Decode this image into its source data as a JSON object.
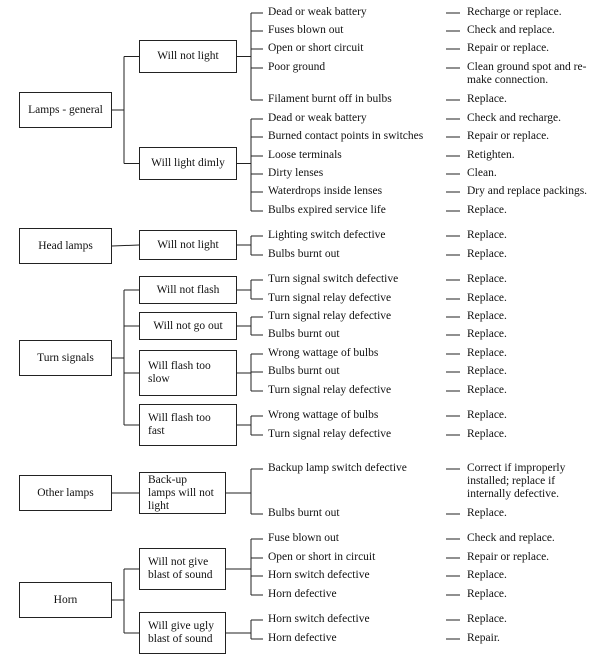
{
  "groups": [
    {
      "label": "Lamps - general",
      "symptoms": [
        {
          "label": "Will not light",
          "rows": [
            {
              "cause": "Dead or weak battery",
              "fix": "Recharge or replace."
            },
            {
              "cause": "Fuses blown out",
              "fix": "Check and replace."
            },
            {
              "cause": "Open or short circuit",
              "fix": "Repair or replace."
            },
            {
              "cause": "Poor ground",
              "fix": "Clean ground spot and re-make connection."
            },
            {
              "cause": "Filament burnt off in bulbs",
              "fix": "Replace."
            }
          ]
        },
        {
          "label": "Will light dimly",
          "rows": [
            {
              "cause": "Dead or weak battery",
              "fix": "Check and recharge."
            },
            {
              "cause": "Burned contact points in switches",
              "fix": "Repair or replace."
            },
            {
              "cause": "Loose terminals",
              "fix": "Retighten."
            },
            {
              "cause": "Dirty lenses",
              "fix": "Clean."
            },
            {
              "cause": "Waterdrops inside lenses",
              "fix": "Dry and replace packings."
            },
            {
              "cause": "Bulbs expired service life",
              "fix": "Replace."
            }
          ]
        }
      ]
    },
    {
      "label": "Head lamps",
      "symptoms": [
        {
          "label": "Will not light",
          "rows": [
            {
              "cause": "Lighting switch defective",
              "fix": "Replace."
            },
            {
              "cause": "Bulbs burnt out",
              "fix": "Replace."
            }
          ]
        }
      ]
    },
    {
      "label": "Turn signals",
      "symptoms": [
        {
          "label": "Will not flash",
          "rows": [
            {
              "cause": "Turn signal switch defective",
              "fix": "Replace."
            },
            {
              "cause": "Turn signal relay defective",
              "fix": "Replace."
            }
          ]
        },
        {
          "label": "Will not go out",
          "rows": [
            {
              "cause": "Turn signal relay defective",
              "fix": "Replace."
            },
            {
              "cause": "Bulbs burnt out",
              "fix": "Replace."
            }
          ]
        },
        {
          "label": "Will flash too slow",
          "rows": [
            {
              "cause": "Wrong wattage of bulbs",
              "fix": "Replace."
            },
            {
              "cause": "Bulbs burnt out",
              "fix": "Replace."
            },
            {
              "cause": "Turn signal relay defective",
              "fix": "Replace."
            }
          ]
        },
        {
          "label": "Will flash too fast",
          "rows": [
            {
              "cause": "Wrong wattage of bulbs",
              "fix": "Replace."
            },
            {
              "cause": "Turn signal relay defective",
              "fix": "Replace."
            }
          ]
        }
      ]
    },
    {
      "label": "Other lamps",
      "symptoms": [
        {
          "label": "Back-up lamps will not light",
          "rows": [
            {
              "cause": "Backup lamp switch defective",
              "fix": "Correct if improperly installed; replace if internally defective."
            },
            {
              "cause": "Bulbs burnt out",
              "fix": "Replace."
            }
          ]
        }
      ]
    },
    {
      "label": "Horn",
      "symptoms": [
        {
          "label": "Will not give blast of sound",
          "rows": [
            {
              "cause": "Fuse blown out",
              "fix": "Check and replace."
            },
            {
              "cause": "Open or short in circuit",
              "fix": "Repair or replace."
            },
            {
              "cause": "Horn switch defective",
              "fix": "Replace."
            },
            {
              "cause": "Horn defective",
              "fix": "Replace."
            }
          ]
        },
        {
          "label": "Will give ugly blast of sound",
          "rows": [
            {
              "cause": "Horn switch defective",
              "fix": "Replace."
            },
            {
              "cause": "Horn defective",
              "fix": "Repair."
            }
          ]
        }
      ]
    }
  ]
}
